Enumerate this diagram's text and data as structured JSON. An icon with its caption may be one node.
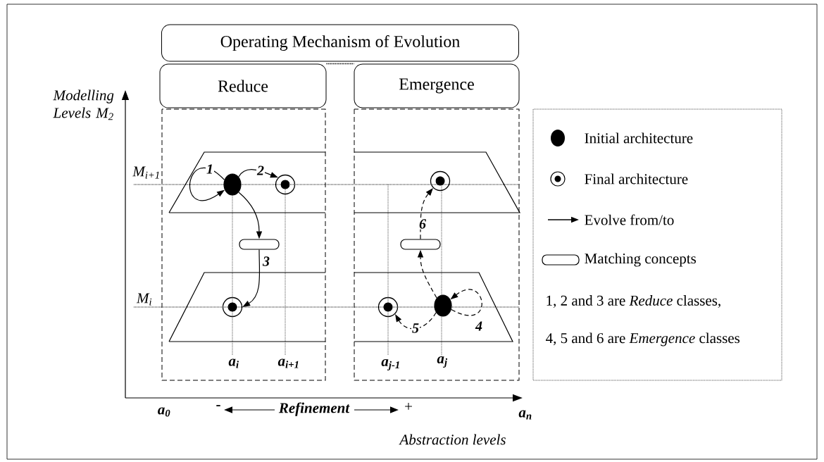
{
  "diagram": {
    "nodes": [
      {
        "text": [
          "Operating Mechanism of Evolution"
        ]
      },
      {
        "text": [
          "Reduce"
        ]
      },
      {
        "text": [
          "Emergence"
        ]
      },
      {
        "text": [],
        "shape": "dot"
      },
      {
        "text": [],
        "shape": "circle"
      },
      {
        "text": [],
        "shape": "bar"
      },
      {
        "text": [],
        "shape": "circle"
      },
      {
        "text": [],
        "shape": "circle"
      },
      {
        "text": [],
        "shape": "bar"
      },
      {
        "text": [],
        "shape": "circle"
      },
      {
        "text": [],
        "shape": "dot"
      }
    ],
    "edges": [
      {
        "from": 3,
        "to": 3,
        "arrow": "to",
        "label": "1"
      },
      {
        "from": 3,
        "to": 4,
        "arrow": "to",
        "label": "2"
      },
      {
        "from": 3,
        "to": 5,
        "arrow": "to"
      },
      {
        "from": 5,
        "to": 6,
        "arrow": "to",
        "label": "3"
      },
      {
        "from": 10,
        "to": 10,
        "arrow": "to",
        "label": "4",
        "style": "dashed"
      },
      {
        "from": 10,
        "to": 9,
        "arrow": "to",
        "label": "5",
        "style": "dashed"
      },
      {
        "from": 10,
        "to": 8,
        "arrow": "to",
        "style": "dashed"
      },
      {
        "from": 8,
        "to": 7,
        "arrow": "to",
        "label": "6",
        "style": "dashed"
      },
      {
        "from": 1,
        "to": 2,
        "arrow": "none",
        "style": "dashed"
      }
    ],
    "labels": [
      "Modelling Levels M$_{2}$",
      "M$_{i+1}$",
      "M$_{i}$",
      "a$_{i}$",
      "a$_{i+1}$",
      "a$_{j-1}$",
      "a$_{j}$",
      "a$_{0}$",
      "-",
      "Refinement",
      "+",
      "a$_{n}$",
      "Abstraction levels",
      "1, 2 and 3 are *Reduce* classes,",
      "4, 5 and 6 are *Emergence* classes"
    ],
    "legend": [
      {
        "text": "Initial architecture"
      },
      {
        "text": "Final architecture"
      },
      {
        "text": "Evolve from/to"
      },
      {
        "text": "Matching concepts"
      }
    ]
  }
}
